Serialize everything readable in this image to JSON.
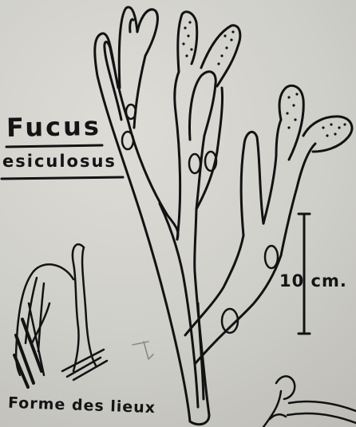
{
  "title": {
    "line1": "Fucus",
    "line2": "esiculosus"
  },
  "scale": {
    "label": "10 cm."
  },
  "caption": "Forme des lieux"
}
